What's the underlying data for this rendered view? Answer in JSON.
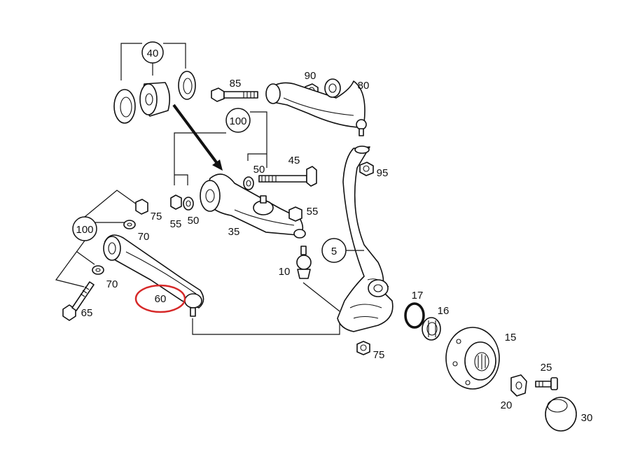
{
  "callouts": {
    "c40": "40",
    "c85": "85",
    "c90": "90",
    "c80": "80",
    "c100a": "100",
    "c45": "45",
    "c50a": "50",
    "c95": "95",
    "c75a": "75",
    "c55a": "55",
    "c50b": "50",
    "c55b": "55",
    "c35": "35",
    "c100b": "100",
    "c70a": "70",
    "c70b": "70",
    "c5": "5",
    "c10": "10",
    "c17": "17",
    "c16": "16",
    "c60": "60",
    "c65": "65",
    "c15": "15",
    "c75b": "75",
    "c25": "25",
    "c20": "20",
    "c30": "30"
  },
  "colors": {
    "line": "#111111",
    "highlight": "#d62828",
    "background": "#ffffff"
  }
}
